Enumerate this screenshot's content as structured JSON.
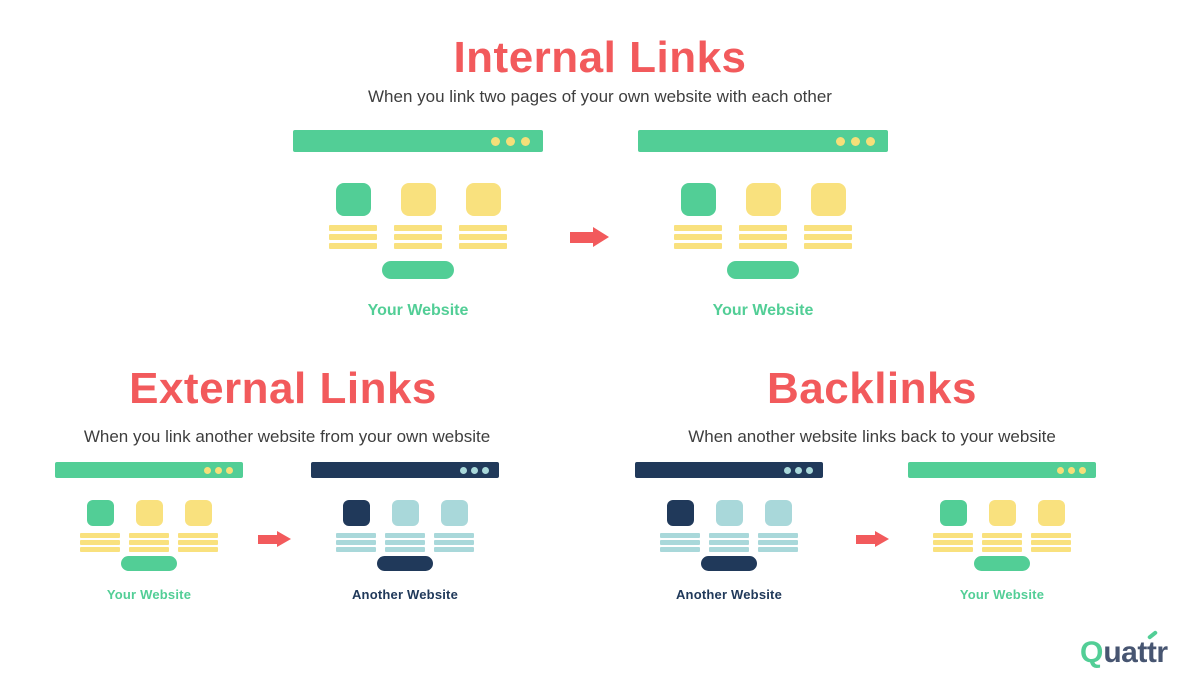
{
  "colors": {
    "coral": "#F25A5C",
    "green": "#52CE96",
    "yellow": "#F9E17E",
    "navy": "#20395A",
    "light_blue": "#A9D8DA",
    "subtitle_text": "#3E3E3E",
    "logo_slate": "#475571",
    "background": "#FFFFFF"
  },
  "sections": [
    {
      "id": "internal-links",
      "title": "Internal Links",
      "subtitle": "When you link two pages of your own website with each other",
      "left_site": {
        "label": "Your Website",
        "theme": "green"
      },
      "right_site": {
        "label": "Your Website",
        "theme": "green"
      }
    },
    {
      "id": "external-links",
      "title": "External Links",
      "subtitle": "When you link another website from your own website",
      "left_site": {
        "label": "Your Website",
        "theme": "green"
      },
      "right_site": {
        "label": "Another Website",
        "theme": "navy"
      }
    },
    {
      "id": "backlinks",
      "title": "Backlinks",
      "subtitle": "When another website links back to your website",
      "left_site": {
        "label": "Another Website",
        "theme": "navy"
      },
      "right_site": {
        "label": "Your Website",
        "theme": "green"
      }
    }
  ],
  "logo": {
    "initial": "Q",
    "rest": "uattr"
  }
}
